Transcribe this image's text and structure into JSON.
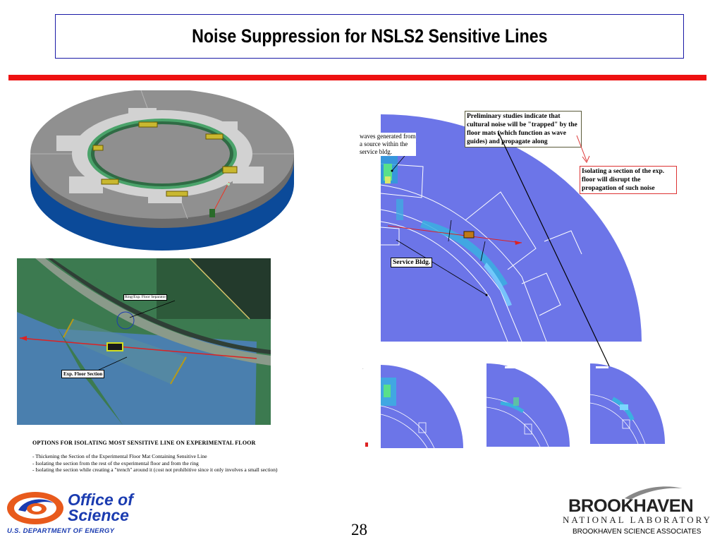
{
  "slide": {
    "title": "Noise Suppression for NSLS2 Sensitive Lines",
    "page_number": "28"
  },
  "callouts": {
    "waves": "waves generated from a source within the service bldg.",
    "preliminary": "Preliminary studies indicate that cultural noise will be \"trapped\" by the floor mats (which function as wave guides) and propagate along",
    "isolating": "Isolating a section of the exp. floor will disrupt the propagation of such noise",
    "service_bldg": "Service Bldg.",
    "ring_separator": "Ring/Exp. Floor Separator",
    "exp_floor_section": "Exp. Floor Section"
  },
  "options": {
    "title": "OPTIONS FOR ISOLATING MOST SENSITIVE LINE ON EXPERIMENTAL FLOOR",
    "items": [
      "- Thickening the Section of the Experimental Floor Mat Containing Sensitive Line",
      "- Isolating the section from the rest of the experimental floor and from the ring",
      "- Isolating the section while creating a \"trench\" around it (cost not prohibitive since it only involves a small section)"
    ]
  },
  "footer": {
    "office_line1": "Office of",
    "office_line2": "Science",
    "doe": "U.S. DEPARTMENT OF ENERGY",
    "bnl_name": "BROOKHAVEN",
    "bnl_sub": "NATIONAL LABORATORY",
    "bnl_assoc": "BROOKHAVEN SCIENCE ASSOCIATES"
  },
  "colors": {
    "title_border": "#1a1aa6",
    "rule": "#ee1111",
    "sim_blue": "#6c75e8",
    "office_blue": "#1a3bb0",
    "office_orange": "#e85a1c"
  }
}
